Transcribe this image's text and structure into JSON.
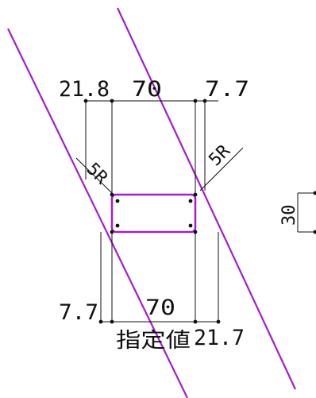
{
  "drawing": {
    "colors": {
      "line": "#111111",
      "outline": "#a020c8",
      "background": "#ffffff"
    },
    "dimensions": {
      "top_left": "21.8",
      "top_mid": "70",
      "top_right": "7.7",
      "bottom_left": "7.7",
      "bottom_mid": "70",
      "bottom_right": "21.7",
      "side": "30"
    },
    "radius_left": "5R",
    "radius_right": "5R",
    "specified_label": "指定値"
  }
}
